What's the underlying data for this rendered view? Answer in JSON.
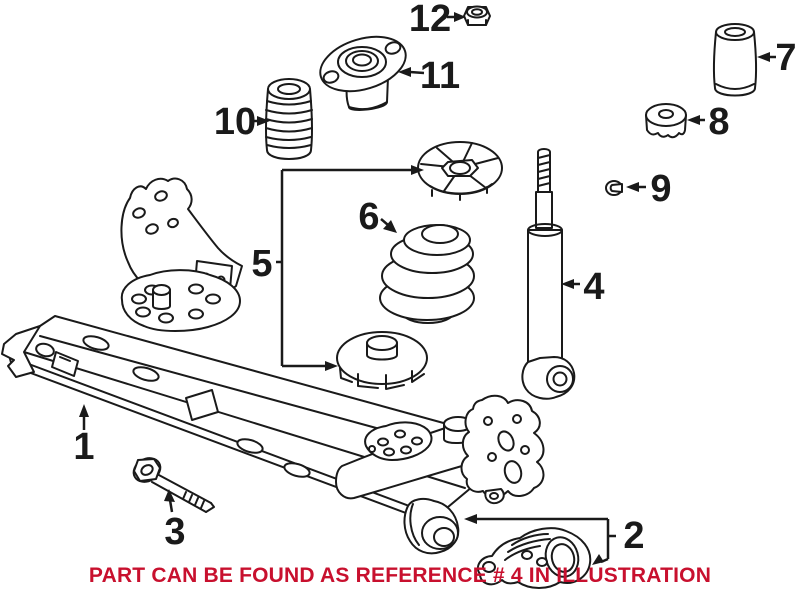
{
  "illustration": {
    "kind": "exploded parts line drawing",
    "subject": "rear suspension / axle assembly"
  },
  "colors": {
    "line": "#1a1a1a",
    "notice_red": "#c8102e",
    "background": "#ffffff"
  },
  "callouts": [
    {
      "number": "1"
    },
    {
      "number": "2"
    },
    {
      "number": "3"
    },
    {
      "number": "4"
    },
    {
      "number": "5"
    },
    {
      "number": "6"
    },
    {
      "number": "7"
    },
    {
      "number": "8"
    },
    {
      "number": "9"
    },
    {
      "number": "10"
    },
    {
      "number": "11"
    },
    {
      "number": "12"
    }
  ],
  "notice": {
    "text": "PART CAN BE FOUND AS REFERENCE # 4 IN ILLUSTRATION"
  }
}
